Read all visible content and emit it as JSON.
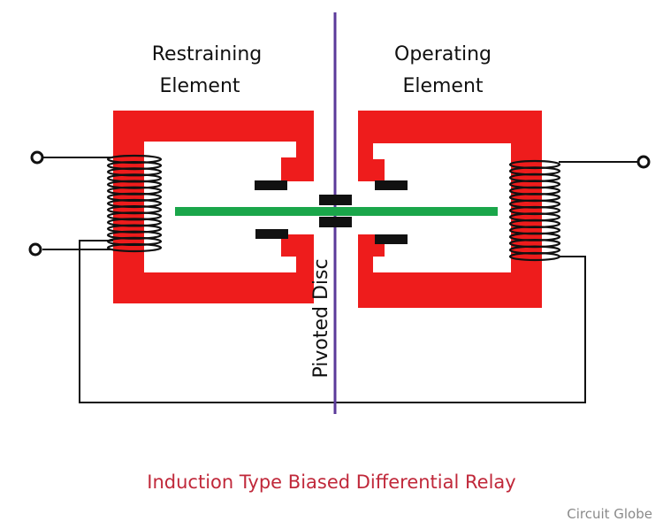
{
  "labels": {
    "restraining_line1": "Restraining",
    "restraining_line2": "Element",
    "operating_line1": "Operating",
    "operating_line2": "Element",
    "pivot": "Pivoted Disc",
    "title": "Induction Type Biased Differential Relay",
    "brand": "Circuit Globe"
  },
  "colors": {
    "core": "#ee1c1c",
    "disc": "#1aa64a",
    "shaft": "#5b3a9a",
    "wire": "#111111",
    "title": "#c0283a",
    "brand": "#8a8a8a"
  }
}
